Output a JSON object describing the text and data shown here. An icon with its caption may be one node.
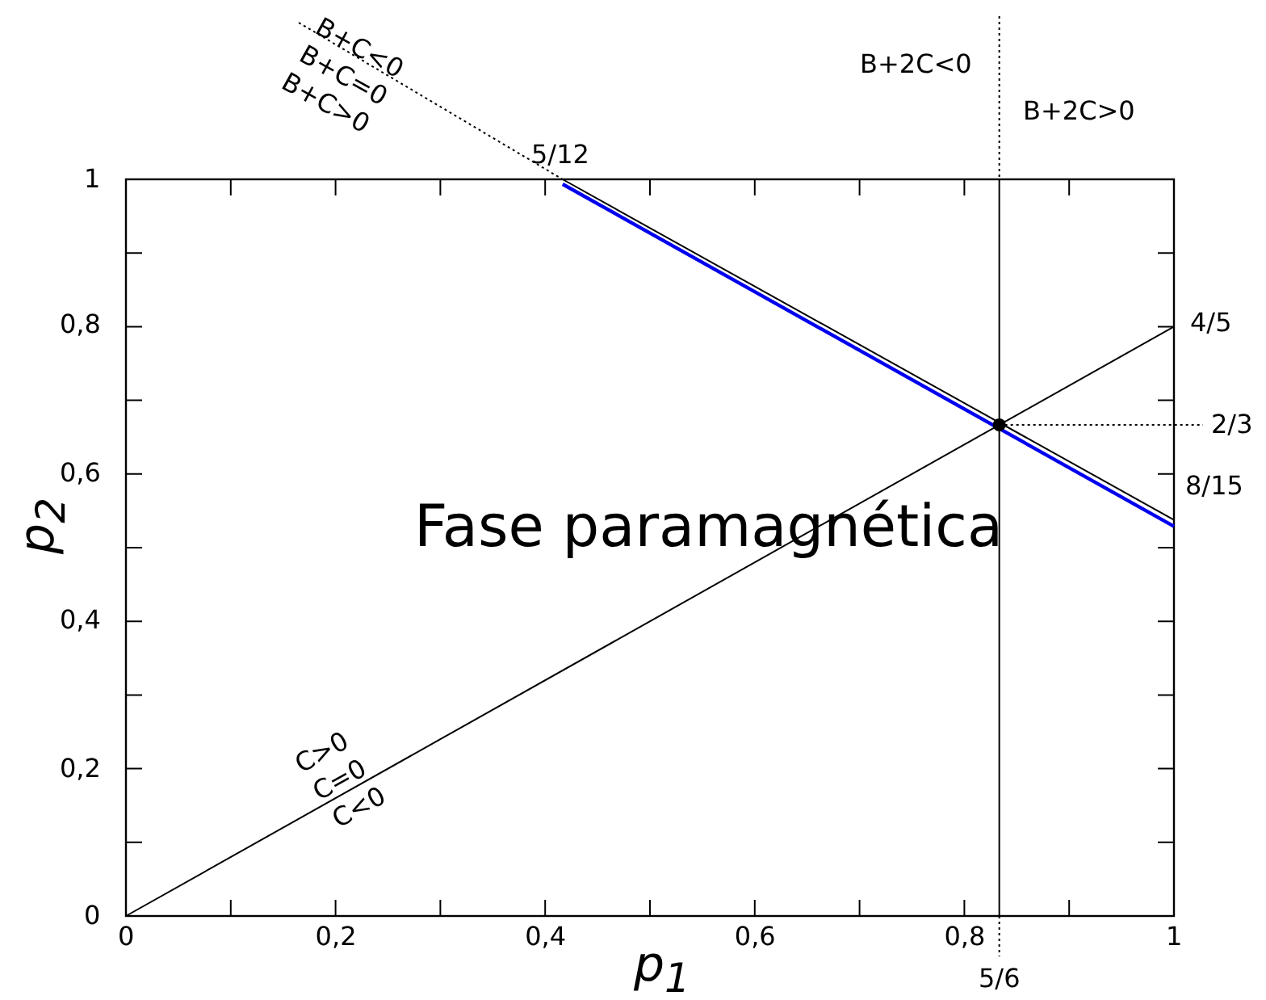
{
  "diagram": {
    "labels": [
      "B+C<0",
      "B+C=0",
      "B+C>0",
      "B+2C<0",
      "B+2C>0",
      "5/12",
      "1",
      "0,8",
      "4/5",
      "2/3",
      "0,6",
      "Fase paramagnética",
      "8/15",
      "p$_{2}$",
      "0,4",
      "C>0",
      "C=0",
      "C<0",
      "0,2",
      "0",
      "0",
      "0,2",
      "0,4",
      "0,6",
      "0,8",
      "1",
      "p$_{1}$",
      "5/6"
    ]
  }
}
